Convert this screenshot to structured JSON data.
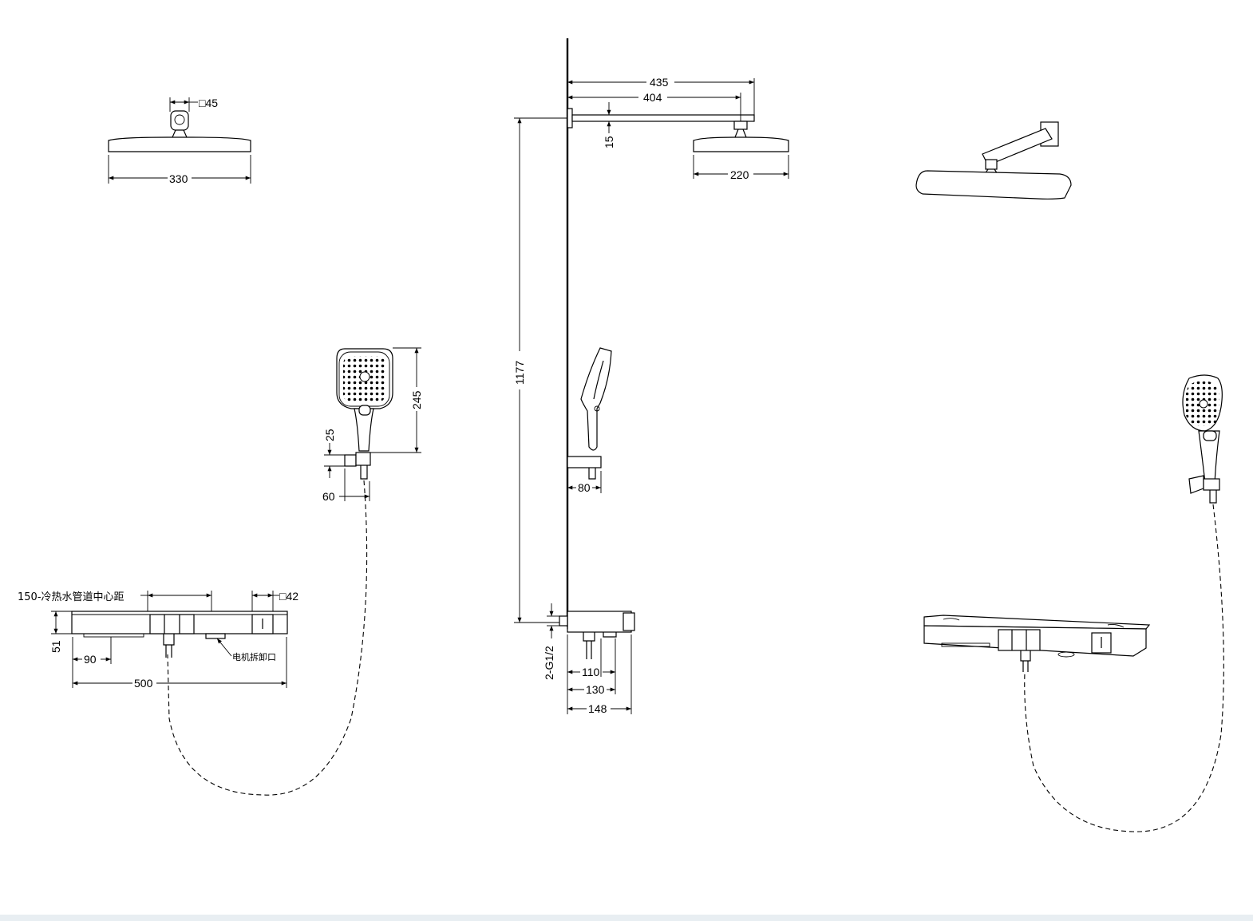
{
  "dimensions": {
    "square_45": "□45",
    "width_330": "330",
    "arm_435": "435",
    "arm_404": "404",
    "offset_15": "15",
    "head_220": "220",
    "height_1177": "1177",
    "hand_245": "245",
    "hand_25": "25",
    "hand_60": "60",
    "holder_80": "80",
    "pipe_center": "150-冷热水管道中心距",
    "square_42": "□42",
    "depth_51": "51",
    "width_90": "90",
    "width_500": "500",
    "motor_port": "电机拆卸口",
    "inlet": "2-G1/2",
    "depth_110": "110",
    "depth_130": "130",
    "depth_148": "148"
  }
}
